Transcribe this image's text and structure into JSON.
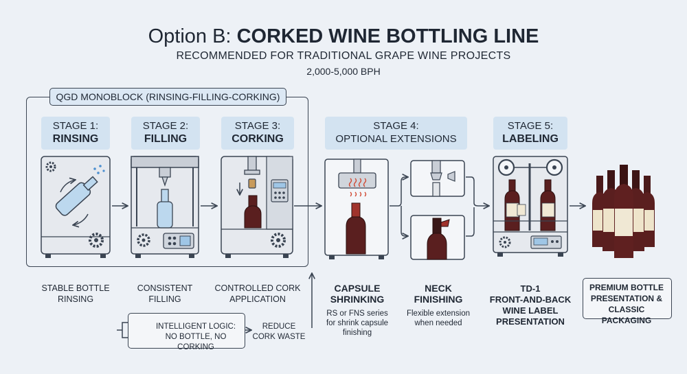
{
  "header": {
    "title_prefix": "Option B:",
    "title_main": "CORKED WINE BOTTLING LINE",
    "subtitle": "RECOMMENDED FOR TRADITIONAL GRAPE WINE PROJECTS",
    "speed": "2,000-5,000 BPH"
  },
  "monoblock": {
    "label": "QGD MONOBLOCK (RINSING-FILLING-CORKING)"
  },
  "stages": [
    {
      "line1": "STAGE 1:",
      "line2": "RINSING",
      "caption": [
        "STABLE BOTTLE",
        "RINSING"
      ]
    },
    {
      "line1": "STAGE 2:",
      "line2": "FILLING",
      "caption": [
        "CONSISTENT",
        "FILLING"
      ]
    },
    {
      "line1": "STAGE 3:",
      "line2": "CORKING",
      "caption": [
        "CONTROLLED CORK",
        "APPLICATION"
      ]
    },
    {
      "line1": "STAGE 4:",
      "line2": "OPTIONAL EXTENSIONS"
    },
    {
      "line1": "STAGE 5:",
      "line2": "LABELING",
      "caption": [
        "TD-1",
        "FRONT-AND-BACK",
        "WINE LABEL",
        "PRESENTATION"
      ]
    }
  ],
  "extensions": [
    {
      "title": [
        "CAPSULE",
        "SHRINKING"
      ],
      "desc": [
        "RS or FNS series",
        "for shrink capsule",
        "finishing"
      ]
    },
    {
      "title": [
        "NECK",
        "FINISHING"
      ],
      "desc": [
        "Flexible extension",
        "when needed"
      ]
    }
  ],
  "logic": {
    "lines": [
      "INTELLIGENT LOGIC:",
      "NO BOTTLE, NO CORKING"
    ],
    "result": [
      "REDUCE",
      "CORK WASTE"
    ]
  },
  "final": {
    "lines": [
      "PREMIUM BOTTLE",
      "PRESENTATION &",
      "CLASSIC PACKAGING"
    ]
  },
  "colors": {
    "background": "#edf1f6",
    "stage_fill": "#d3e3f1",
    "wine": "#5a1f1f",
    "glass": "#bcd8ee",
    "machine": "#e6e9ee"
  }
}
